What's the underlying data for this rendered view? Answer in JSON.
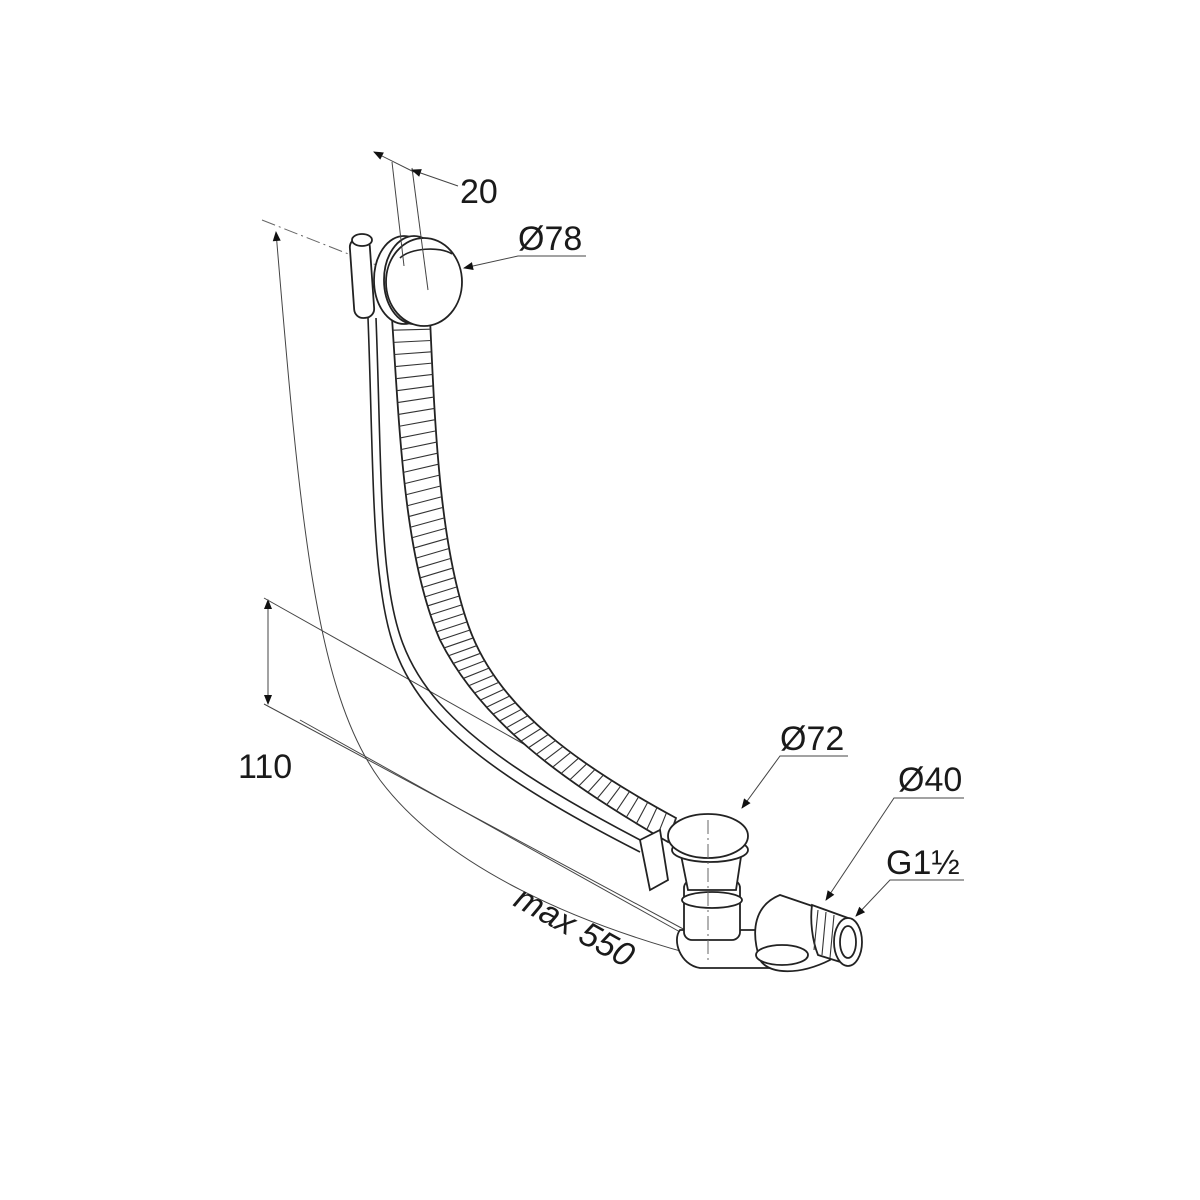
{
  "diagram": {
    "dimensions": {
      "overflow_depth": "20",
      "overflow_diameter": "Ø78",
      "drain_height": "110",
      "max_length": "max 550",
      "waste_diameter": "Ø72",
      "outlet_diameter": "Ø40",
      "thread": "G1½"
    },
    "line_color": "#222222",
    "background": "#ffffff"
  }
}
